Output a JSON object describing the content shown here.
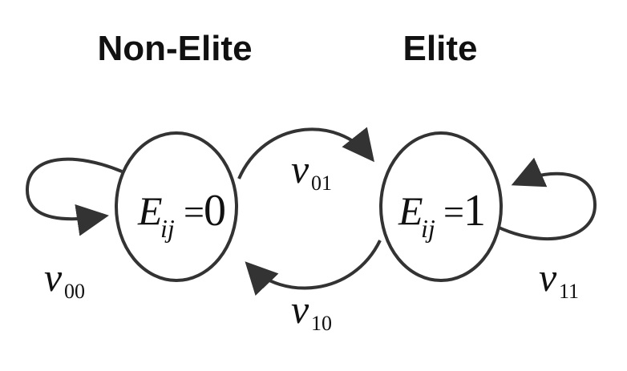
{
  "title_left": "Non-Elite",
  "title_right": "Elite",
  "states": [
    {
      "var": "E",
      "sub": "ij",
      "eq": "=",
      "value": "0"
    },
    {
      "var": "E",
      "sub": "ij",
      "eq": "=",
      "value": "1"
    }
  ],
  "transitions": [
    {
      "sym": "ν",
      "sub": "00"
    },
    {
      "sym": "ν",
      "sub": "01"
    },
    {
      "sym": "ν",
      "sub": "10"
    },
    {
      "sym": "ν",
      "sub": "11"
    }
  ]
}
